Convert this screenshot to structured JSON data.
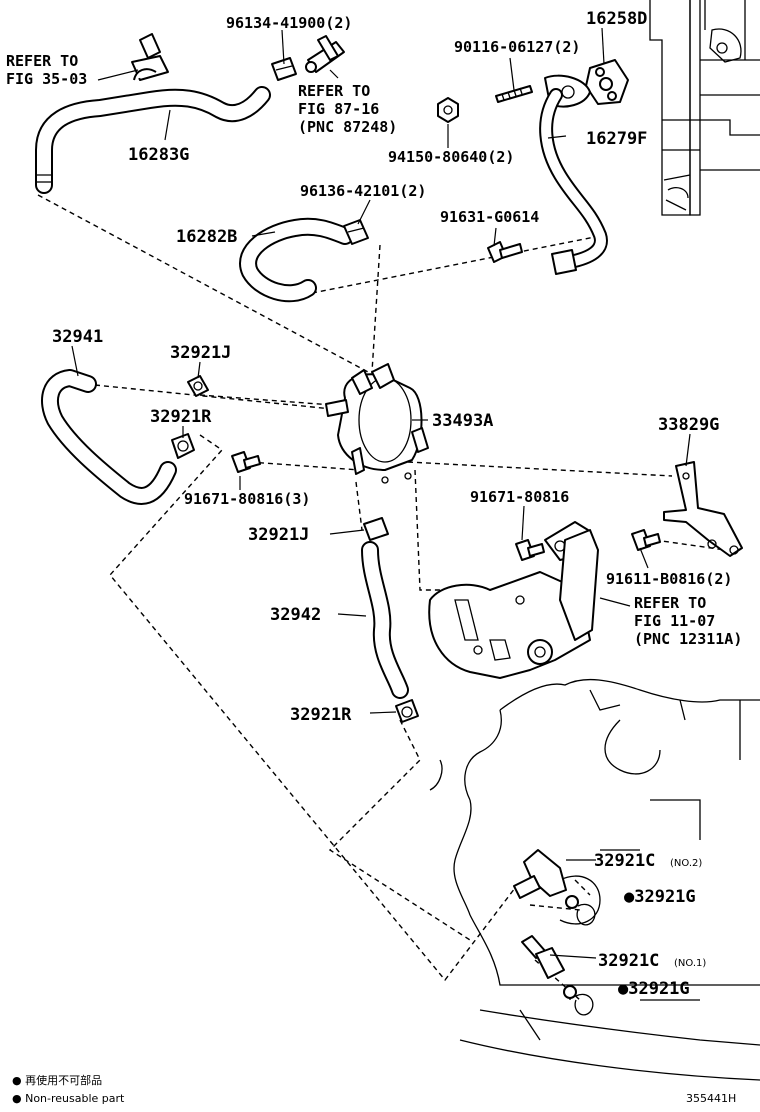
{
  "labels": {
    "refer_35_line1": "REFER TO",
    "refer_35_line2": "FIG 35-03",
    "p96134": "96134-41900(2)",
    "refer_87_line1": "REFER TO",
    "refer_87_line2": "FIG 87-16",
    "refer_87_line3": "(PNC 87248)",
    "p16283G": "16283G",
    "p16258D": "16258D",
    "p90116": "90116-06127(2)",
    "p16279F": "16279F",
    "p94150": "94150-80640(2)",
    "p96136": "96136-42101(2)",
    "p91631": "91631-G0614",
    "p16282B": "16282B",
    "p32941": "32941",
    "p32921J_top": "32921J",
    "p32921R_top": "32921R",
    "p33493A": "33493A",
    "p33829G": "33829G",
    "p91671_3": "91671-80816(3)",
    "p91671": "91671-80816",
    "p32921J_mid": "32921J",
    "p91611": "91611-B0816(2)",
    "refer_11_line1": "REFER TO",
    "refer_11_line2": "FIG 11-07",
    "refer_11_line3": "(PNC 12311A)",
    "p32942": "32942",
    "p32921R_bot": "32921R",
    "p32921C_no2": "32921C",
    "no2": "(NO.2)",
    "p32921G_a": "●32921G",
    "p32921C_no1": "32921C",
    "no1": "(NO.1)",
    "p32921G_b": "●32921G"
  },
  "legend": {
    "line1": "● 再使用不可部品",
    "line2": "● Non-reusable part"
  },
  "figure_id": "355441H"
}
